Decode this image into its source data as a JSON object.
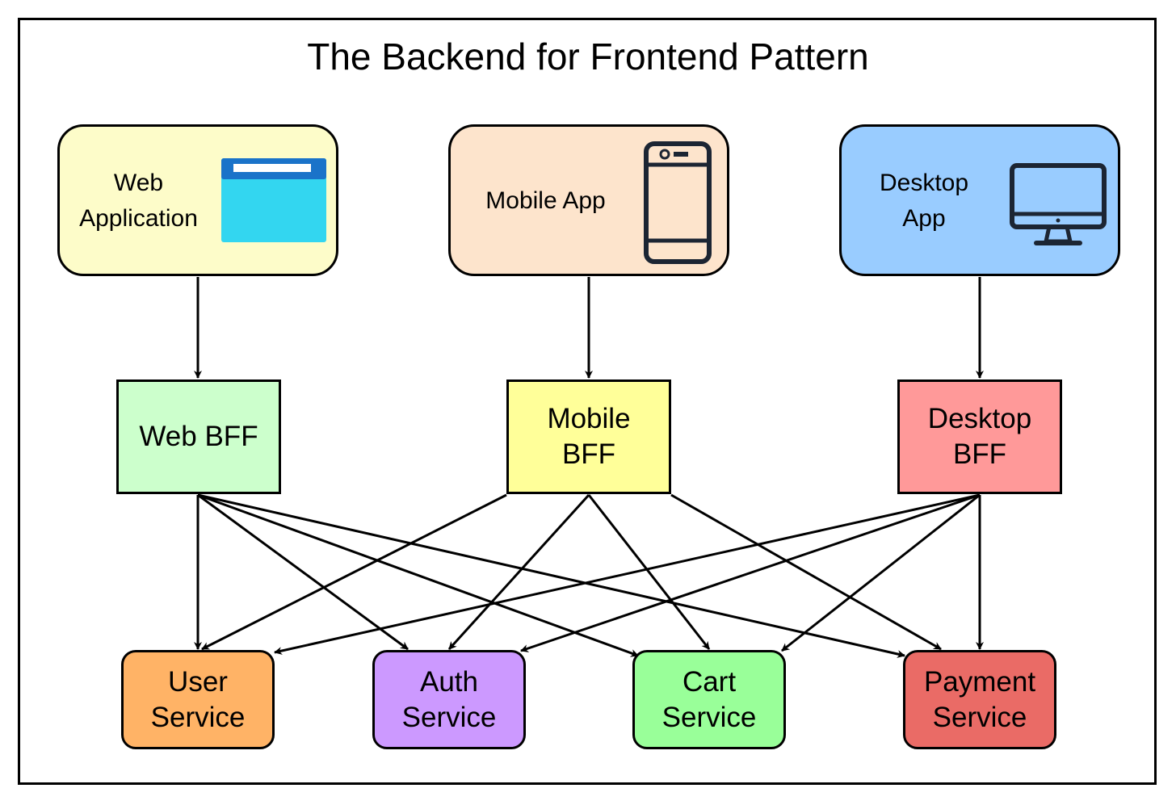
{
  "title": "The Backend for Frontend Pattern",
  "colors": {
    "web_client": "#fdfcc9",
    "mobile_client": "#fde4cc",
    "desktop_client": "#99ccff",
    "web_bff": "#ccffcc",
    "mobile_bff": "#ffff99",
    "desktop_bff": "#ff9999",
    "user_service": "#ffb366",
    "auth_service": "#cc99ff",
    "cart_service": "#99ff99",
    "payment_service": "#ea6b66",
    "browser_icon_bar": "#1a73c9",
    "browser_icon_body": "#33d6f0",
    "device_icon_stroke": "#1c2533"
  },
  "clients": [
    {
      "id": "web",
      "label": "Web\nApplication",
      "icon": "browser-window-icon"
    },
    {
      "id": "mobile",
      "label": "Mobile App",
      "icon": "smartphone-icon"
    },
    {
      "id": "desktop",
      "label": "Desktop\nApp",
      "icon": "desktop-monitor-icon"
    }
  ],
  "bffs": [
    {
      "id": "web_bff",
      "label": "Web BFF"
    },
    {
      "id": "mobile_bff",
      "label": "Mobile\nBFF"
    },
    {
      "id": "desktop_bff",
      "label": "Desktop\nBFF"
    }
  ],
  "services": [
    {
      "id": "user",
      "label": "User\nService"
    },
    {
      "id": "auth",
      "label": "Auth\nService"
    },
    {
      "id": "cart",
      "label": "Cart\nService"
    },
    {
      "id": "payment",
      "label": "Payment\nService"
    }
  ],
  "edges": [
    {
      "from": "web",
      "to": "web_bff"
    },
    {
      "from": "mobile",
      "to": "mobile_bff"
    },
    {
      "from": "desktop",
      "to": "desktop_bff"
    },
    {
      "from": "web_bff",
      "to": "user"
    },
    {
      "from": "web_bff",
      "to": "auth"
    },
    {
      "from": "web_bff",
      "to": "cart"
    },
    {
      "from": "web_bff",
      "to": "payment"
    },
    {
      "from": "mobile_bff",
      "to": "user"
    },
    {
      "from": "mobile_bff",
      "to": "auth"
    },
    {
      "from": "mobile_bff",
      "to": "cart"
    },
    {
      "from": "mobile_bff",
      "to": "payment"
    },
    {
      "from": "desktop_bff",
      "to": "user"
    },
    {
      "from": "desktop_bff",
      "to": "auth"
    },
    {
      "from": "desktop_bff",
      "to": "cart"
    },
    {
      "from": "desktop_bff",
      "to": "payment"
    }
  ]
}
